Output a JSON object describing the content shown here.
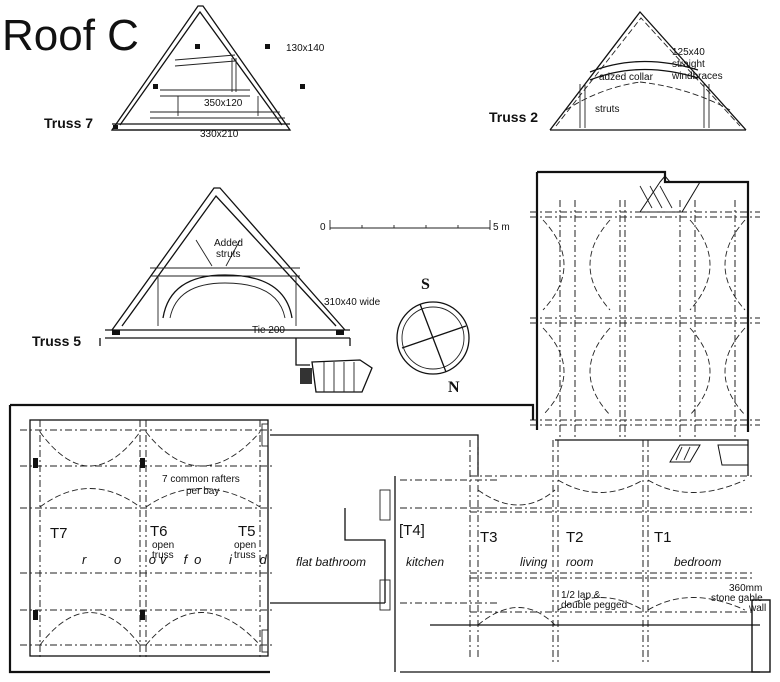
{
  "title": "Roof   C",
  "trusses": {
    "truss7": {
      "label": "Truss 7",
      "dims": [
        "130x140",
        "350x120",
        "330x210"
      ]
    },
    "truss2": {
      "label": "Truss 2",
      "dims": [
        "125x40",
        "straight",
        "windbraces"
      ],
      "collar": "adzed collar",
      "struts": "struts"
    },
    "truss5": {
      "label": "Truss 5",
      "added": [
        "Added",
        "struts"
      ],
      "wide": "310x40 wide",
      "tie": "Tie 200"
    }
  },
  "scale": {
    "zero": "0",
    "end": "5 m"
  },
  "compass": {
    "south": "S",
    "north": "N"
  },
  "plan": {
    "truss_labels": [
      "T7",
      "T6",
      "T5",
      "[T4]",
      "T3",
      "T2",
      "T1"
    ],
    "open_truss": [
      "open",
      "truss"
    ],
    "rafters_note": [
      "7 common rafters",
      "per bay"
    ],
    "roof_void": [
      "r o o f",
      "v o i d"
    ],
    "rooms": [
      "flat bathroom",
      "kitchen",
      "living",
      "room",
      "bedroom"
    ],
    "lap_note": [
      "1/2 lap &",
      "double pegged"
    ],
    "gable_note": [
      "360mm",
      "stone gable",
      "wall"
    ]
  }
}
